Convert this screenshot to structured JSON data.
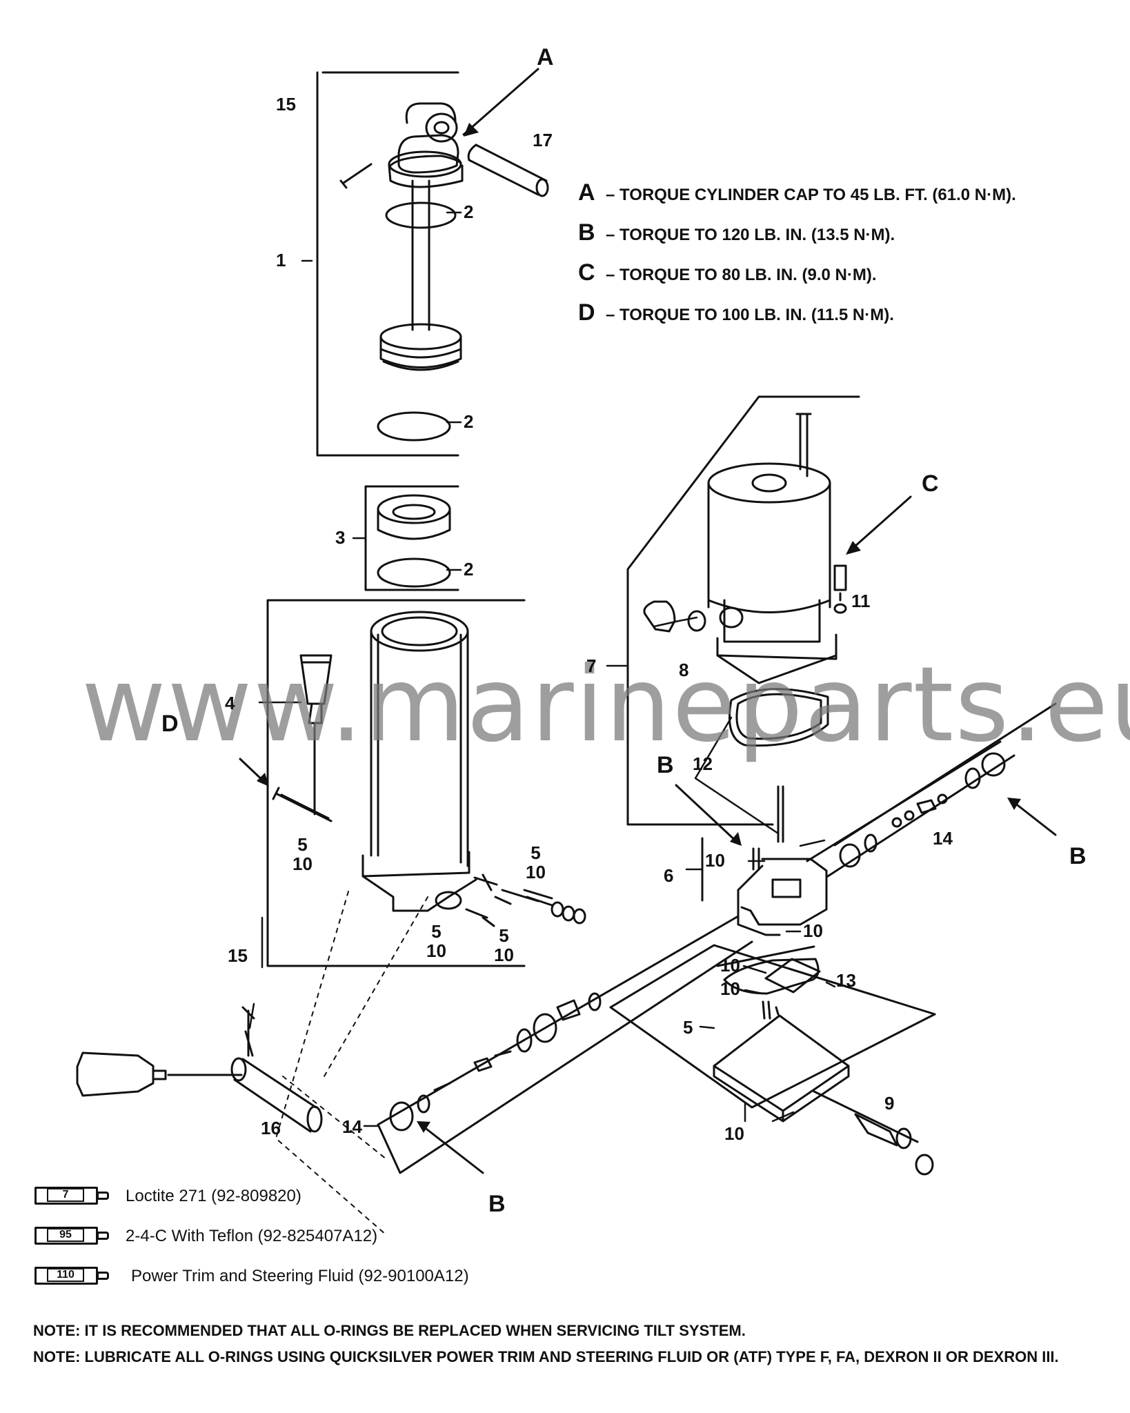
{
  "watermark": "www.marineparts.eu",
  "torque_specs": [
    {
      "letter": "A",
      "text": "– TORQUE CYLINDER CAP TO 45 LB. FT. (61.0 N·M)."
    },
    {
      "letter": "B",
      "text": "– TORQUE TO 120 LB. IN. (13.5 N·M)."
    },
    {
      "letter": "C",
      "text": "– TORQUE TO 80 LB. IN. (9.0 N·M)."
    },
    {
      "letter": "D",
      "text": "– TORQUE TO 100 LB. IN. (11.5 N·M)."
    }
  ],
  "callouts": {
    "A": "A",
    "B_upper": "B",
    "B_right": "B",
    "B_lower": "B",
    "C": "C",
    "D": "D",
    "n1": "1",
    "n2a": "2",
    "n2b": "2",
    "n2c": "2",
    "n3": "3",
    "n4": "4",
    "n5_10_left": [
      "5",
      "10"
    ],
    "n5_10_right": [
      "5",
      "10"
    ],
    "n5_10_mid1": [
      "5",
      "10"
    ],
    "n5_10_mid2": [
      "5",
      "10"
    ],
    "n6": "6",
    "n7": "7",
    "n8": "8",
    "n9": "9",
    "n10_a": "10",
    "n10_b": "10",
    "n10_c": "10",
    "n10_d": "10",
    "n10_e": "10",
    "n11": "11",
    "n12": "12",
    "n13": "13",
    "n14_right": "14",
    "n14_left": "14",
    "n5_lower": "5",
    "n15_top": "15",
    "n15_bottom": "15",
    "n16": "16",
    "n17": "17"
  },
  "lubricants": [
    {
      "number": "7",
      "label": "Loctite 271 (92-809820)"
    },
    {
      "number": "95",
      "label": "2-4-C  With Teflon (92-825407A12)"
    },
    {
      "number": "110",
      "label": "Power Trim  and Steering Fluid (92-90100A12)"
    }
  ],
  "notes": [
    "NOTE: IT IS RECOMMENDED THAT ALL O-RINGS BE REPLACED WHEN SERVICING TILT SYSTEM.",
    "NOTE: LUBRICATE ALL O-RINGS USING QUICKSILVER POWER TRIM AND STEERING FLUID OR (ATF) TYPE F, FA, DEXRON II OR DEXRON III."
  ]
}
